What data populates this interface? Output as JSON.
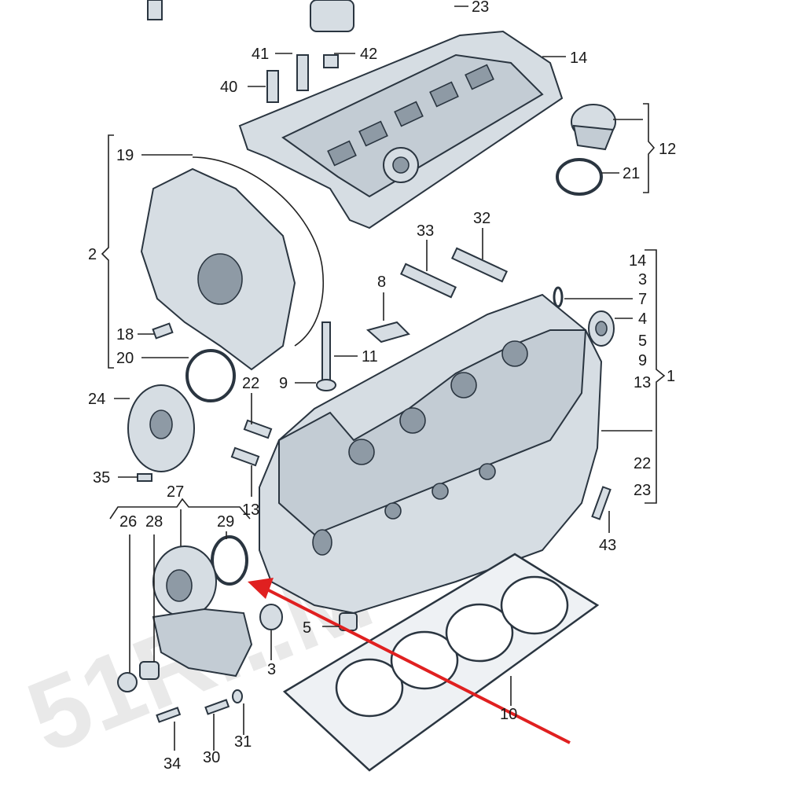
{
  "watermark": "51R...M",
  "accent_color": "#e02020",
  "labels": [
    "1",
    "2",
    "3",
    "3",
    "4",
    "5",
    "5",
    "7",
    "8",
    "9",
    "9",
    "10",
    "11",
    "12",
    "13",
    "13",
    "14",
    "14",
    "18",
    "19",
    "20",
    "21",
    "22",
    "22",
    "23",
    "23",
    "24",
    "26",
    "27",
    "28",
    "29",
    "30",
    "31",
    "32",
    "33",
    "34",
    "35",
    "40",
    "41",
    "42",
    "43"
  ]
}
